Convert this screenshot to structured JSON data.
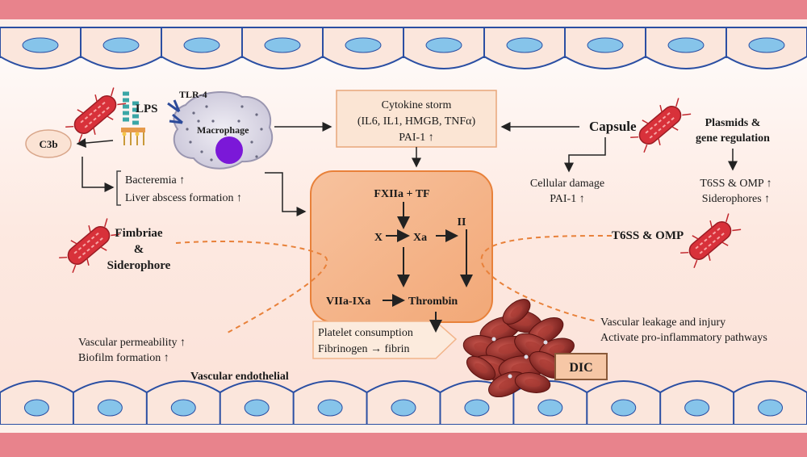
{
  "top_left": {
    "lps": "LPS",
    "tlr4": "TLR-4",
    "macrophage": "Macrophage",
    "c3b": "C3b",
    "bacteremia": "Bacteremia ↑",
    "liver_abscess": "Liver abscess formation ↑"
  },
  "cytokine_box": {
    "line1": "Cytokine storm",
    "line2": "(IL6, IL1, HMGB, TNFα)",
    "line3": "PAI-1 ↑"
  },
  "capsule": {
    "label": "Capsule",
    "effect1": "Cellular damage",
    "effect2": "PAI-1 ↑"
  },
  "plasmids": {
    "line1": "Plasmids &",
    "line2": "gene regulation",
    "effect1": "T6SS & OMP ↑",
    "effect2": "Siderophores ↑"
  },
  "coagulation": {
    "fxiia_tf": "FXIIa + TF",
    "x": "X",
    "xa": "Xa",
    "ii": "II",
    "viia_ixa": "VIIa-IXa",
    "thrombin": "Thrombin"
  },
  "fimbriae": {
    "line1": "Fimbriae",
    "line2": "&",
    "line3": "Siderophore",
    "effect1": "Vascular permeability ↑",
    "effect2": "Biofilm formation ↑"
  },
  "t6ss": {
    "label": "T6SS & OMP",
    "effect1": "Vascular leakage and injury",
    "effect2": "Activate pro-inflammatory pathways"
  },
  "platelet_box": {
    "line1": "Platelet consumption",
    "line2": "Fibrinogen → fibrin"
  },
  "dic": "DIC",
  "endothelial": "Vascular endothelial",
  "colors": {
    "vessel_wall": "#e8838c",
    "endothelium": "#fbe6dc",
    "nucleus": "#86c4ea",
    "coag_box": "#f6b88d",
    "coag_border": "#e8813a",
    "dashed_line": "#e8813a",
    "bacteria": "#d8313a"
  }
}
